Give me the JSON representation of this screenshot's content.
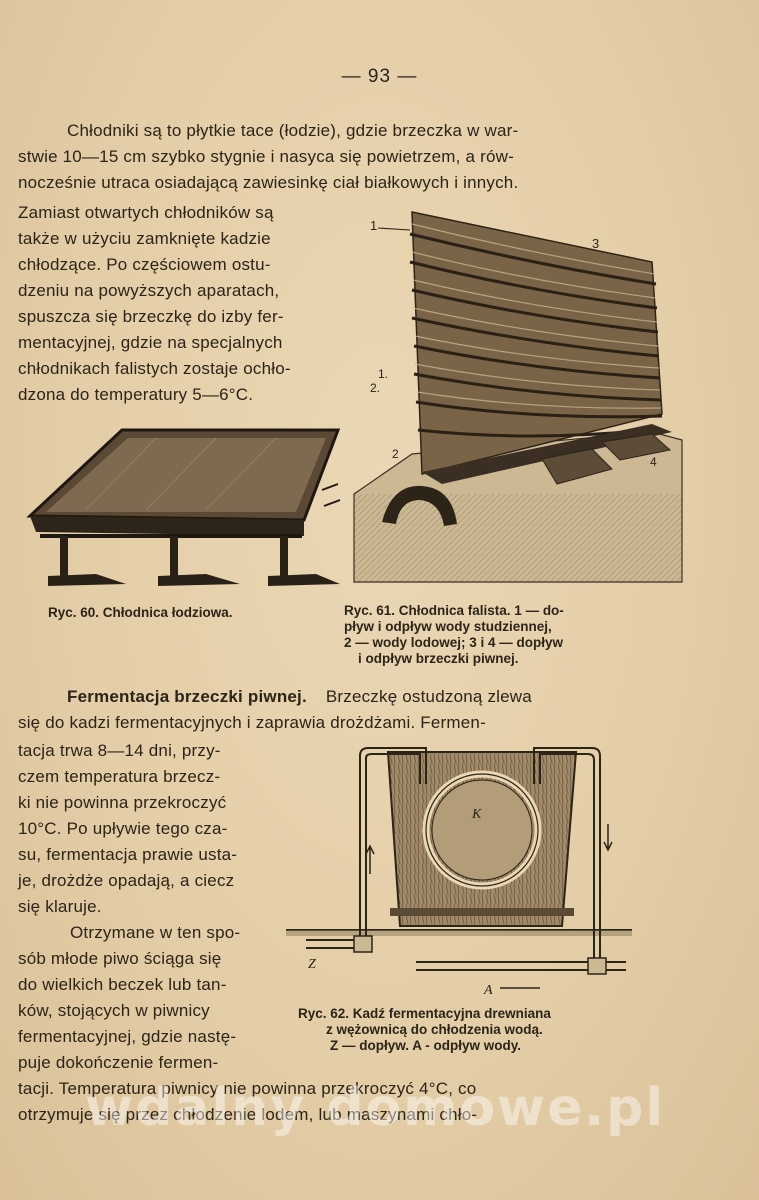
{
  "page_number": "— 93 —",
  "intro_lines": [
    "Chłodniki są to płytkie tace (łodzie), gdzie brzeczka w war-",
    "stwie 10—15 cm szybko stygnie i nasyca się powietrzem, a rów-",
    "nocześnie utraca osiadającą zawiesinkę ciał białkowych i innych."
  ],
  "left_col_lines": [
    "Zamiast otwartych chłodników są",
    "także w użyciu zamknięte kadzie",
    "chłodzące. Po częściowem ostu-",
    "dzeniu na powyższych aparatach,",
    "spuszcza się brzeczkę do izby fer-",
    "mentacyjnej, gdzie na specjalnych",
    "chłodnikach falistych zostaje ochło-",
    "dzona do temperatury 5—6°C."
  ],
  "fig60": {
    "caption": "Ryc. 60. Chłodnica łodziowa."
  },
  "fig61": {
    "caption_lines": [
      "Ryc. 61. Chłodnica falista. 1 — do-",
      "pływ i odpływ wody studziennej,",
      "2 — wody lodowej; 3 i 4 — dopływ",
      "i odpływ brzeczki piwnej."
    ],
    "labels": {
      "l1a": "1",
      "l3": "3",
      "l1b": "1.",
      "l2a": "2.",
      "l2b": "2",
      "l4": "4"
    }
  },
  "section": {
    "heading": "Fermentacja brzeczki piwnej.",
    "line1_rest": "Brzeczkę ostudzoną zlewa",
    "line2": "się do kadzi fermentacyjnych i zaprawia drożdżami. Fermen-",
    "narrow_lines": [
      "tacja trwa 8—14 dni, przy-",
      "czem temperatura brzecz-",
      "ki nie powinna przekroczyć",
      "10°C. Po upływie tego cza-",
      "su, fermentacja prawie usta-",
      "je, drożdże opadają, a ciecz",
      "się klaruje.",
      "Otrzymane w ten spo-",
      "sób młode piwo ściąga się",
      "do wielkich beczek lub tan-",
      "ków, stojących w piwnicy",
      "fermentacyjnej, gdzie nastę-",
      "puje dokończenie fermen-"
    ],
    "final_lines": [
      "tacji. Temperatura piwnicy nie powinna przekroczyć 4°C, co",
      "otrzymuje się przez chłodzenie lodem, lub maszynami chło-"
    ]
  },
  "fig62": {
    "caption_lines": [
      "Ryc. 62. Kadź fermentacyjna drewniana",
      "z wężownicą do chłodzenia wodą.",
      "Z — dopływ. A - odpływ wody."
    ],
    "labels": {
      "z": "Z",
      "a": "A",
      "k": "K"
    }
  },
  "watermark": "wdalny domowe.pl"
}
